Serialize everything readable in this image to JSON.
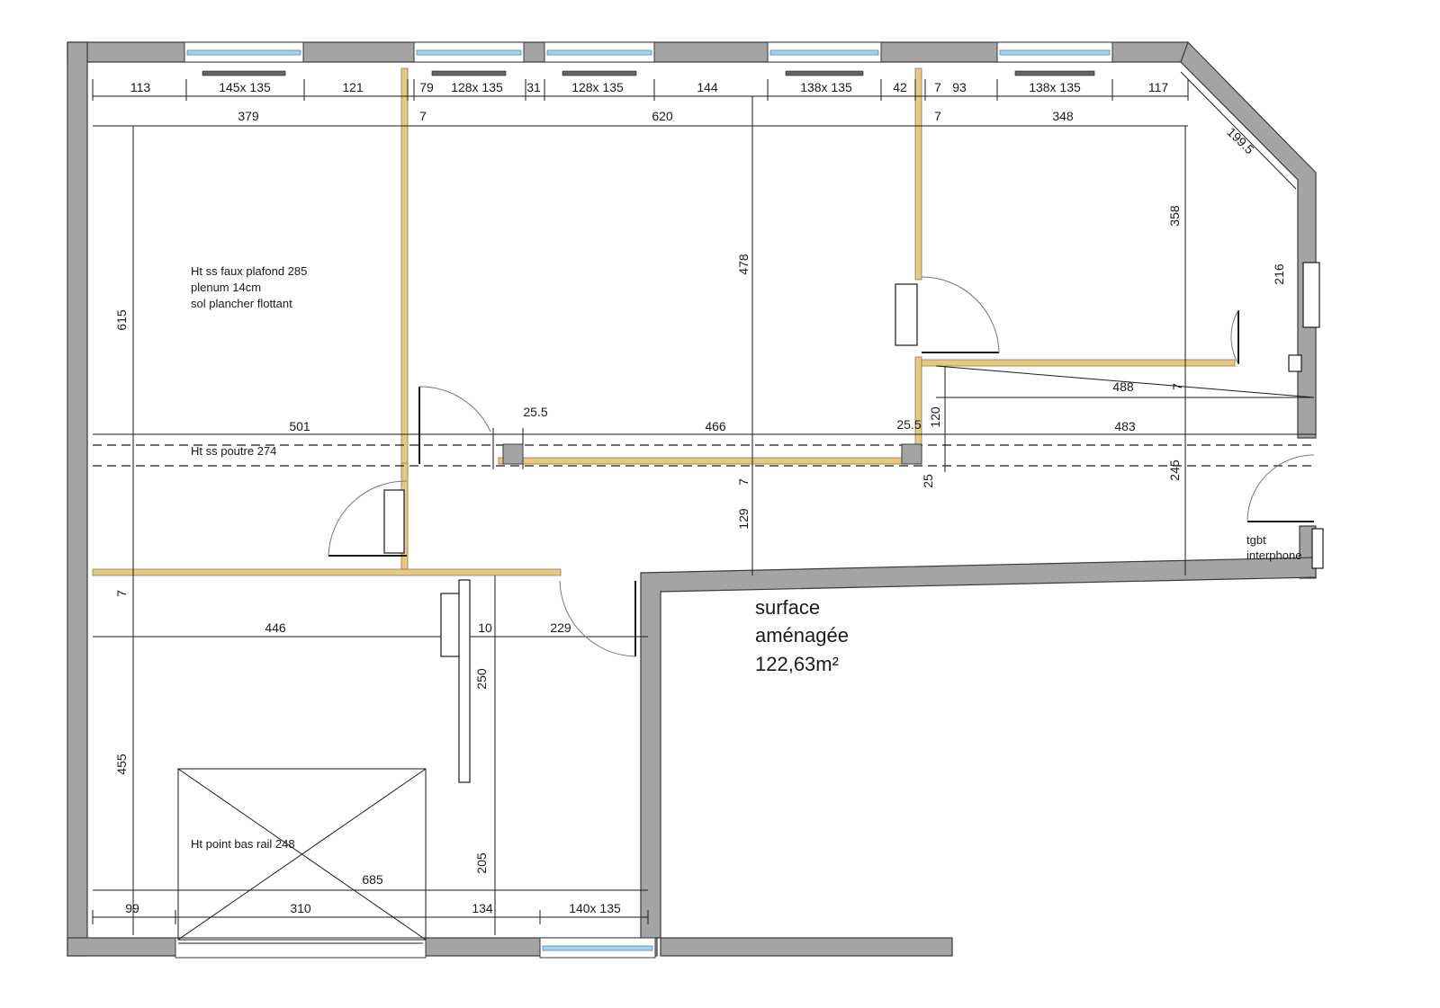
{
  "colors": {
    "wall": "#a4a4a4",
    "wall_edge": "#3a3a3a",
    "partition": "#e6c983",
    "window": "#9fd4ec",
    "line": "#1a1a1a",
    "door": "#777777"
  },
  "dims_top_windows": [
    "113",
    "145x 135",
    "121",
    "79",
    "128x 135",
    "31",
    "128x 135",
    "144",
    "138x 135",
    "42",
    "7",
    "93",
    "138x 135",
    "117"
  ],
  "dims_top_rooms": [
    "379",
    "7",
    "620",
    "7",
    "348",
    "199.5"
  ],
  "dims_middle": [
    "25.5",
    "501",
    "466",
    "25.5",
    "483",
    "488",
    "7",
    "120",
    "25",
    "7"
  ],
  "dims_vertical": [
    "615",
    "478",
    "358",
    "216",
    "245",
    "129",
    "7",
    "250",
    "205",
    "455"
  ],
  "dims_lower": [
    "446",
    "10",
    "229",
    "685"
  ],
  "dims_bottom": [
    "99",
    "310",
    "134",
    "140x 135"
  ],
  "notes": {
    "ceiling_1": "Ht ss faux plafond  285",
    "ceiling_2": "plenum 14cm",
    "ceiling_3": "sol plancher flottant",
    "beam": "Ht ss poutre  274",
    "rail": "Ht point bas rail 248",
    "panel_1": "tgbt",
    "panel_2": "interphone"
  },
  "surface": {
    "line1": "surface",
    "line2": "aménagée",
    "line3": "122,63m²"
  }
}
